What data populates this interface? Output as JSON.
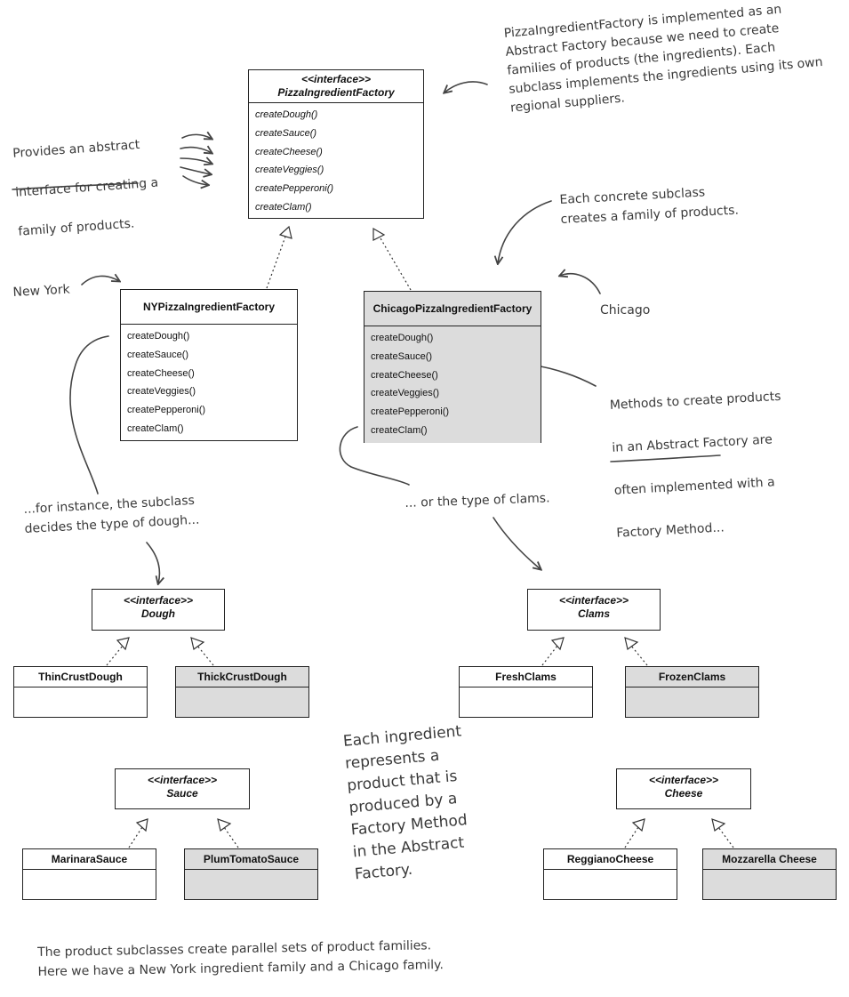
{
  "factory": {
    "stereotype": "<<interface>>",
    "name": "PizzaIngredientFactory",
    "methods": [
      "createDough()",
      "createSauce()",
      "createCheese()",
      "createVeggies()",
      "createPepperoni()",
      "createClam()"
    ]
  },
  "ny_factory": {
    "name": "NYPizzaIngredientFactory",
    "methods": [
      "createDough()",
      "createSauce()",
      "createCheese()",
      "createVeggies()",
      "createPepperoni()",
      "createClam()"
    ]
  },
  "chicago_factory": {
    "name": "ChicagoPizzaIngredientFactory",
    "methods": [
      "createDough()",
      "createSauce()",
      "createCheese()",
      "createVeggies()",
      "createPepperoni()",
      "createClam()"
    ]
  },
  "dough": {
    "stereotype": "<<interface>>",
    "name": "Dough",
    "impl_a": "ThinCrustDough",
    "impl_b": "ThickCrustDough"
  },
  "clams": {
    "stereotype": "<<interface>>",
    "name": "Clams",
    "impl_a": "FreshClams",
    "impl_b": "FrozenClams"
  },
  "sauce": {
    "stereotype": "<<interface>>",
    "name": "Sauce",
    "impl_a": "MarinaraSauce",
    "impl_b": "PlumTomatoSauce"
  },
  "cheese": {
    "stereotype": "<<interface>>",
    "name": "Cheese",
    "impl_a": "ReggianoCheese",
    "impl_b": "Mozzarella Cheese"
  },
  "notes": {
    "abstract_factory": "PizzaIngredientFactory is implemented as an\nAbstract Factory because we need to create\nfamilies of products (the ingredients).  Each\nsubclass implements the ingredients using its own\nregional suppliers.",
    "provides_line1": "Provides an abstract",
    "provides_line2": "interface for creating a",
    "provides_line3": "family of products.",
    "each_concrete": "Each concrete subclass\ncreates a family of products.",
    "new_york": "New York",
    "chicago": "Chicago",
    "methods_line1": "Methods to create products",
    "methods_line2": "in an Abstract Factory are",
    "methods_line3": "often implemented with a",
    "methods_line4": "Factory Method...",
    "for_instance": "...for instance, the subclass\ndecides the type of dough...",
    "or_clams": "... or the type of clams.",
    "each_ingredient": "Each ingredient\nrepresents a\nproduct that is\nproduced by a\nFactory Method\nin the Abstract\nFactory.",
    "product_subclasses": "The product subclasses create parallel sets of product families.\nHere we have a New York ingredient family and a Chicago family."
  }
}
